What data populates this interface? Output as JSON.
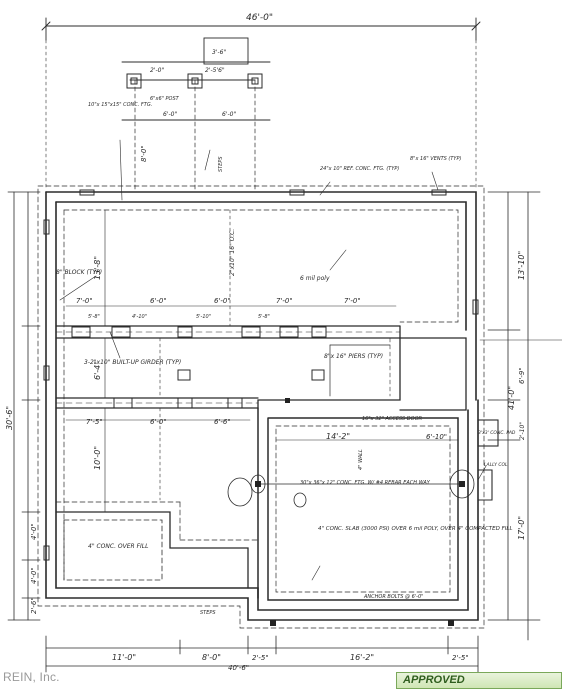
{
  "dimensions": {
    "overall_top": "46'-0\"",
    "stoop_w": "3'-6\"",
    "stoop_a": "2'-0\"",
    "stoop_b": "2'-5'6\"",
    "stoop_c": "6'-0\"",
    "stoop_d": "6'-0\"",
    "stoop_depth": "8'-0\"",
    "left_overall": "30'-6\"",
    "left_1": "13'-8\"",
    "left_2": "6'-4\"",
    "left_3": "10'-0\"",
    "left_4": "4'-0\"",
    "left_5": "4'-0\"",
    "left_6": "2'-6\"",
    "right_overall": "41'-0\"",
    "right_1": "13'-10\"",
    "right_2": "6'-9\"",
    "right_3": "2'-10\"",
    "right_4": "17'-0\"",
    "beam_1": "7'-0\"",
    "beam_2": "6'-0\"",
    "beam_3": "6'-0\"",
    "beam_4": "7'-0\"",
    "beam_5": "7'-0\"",
    "row2_1": "7'-5\"",
    "row2_2": "6'-0\"",
    "row2_3": "6'-6\"",
    "garage_w": "14'-2\"",
    "garage_r": "6'-10\"",
    "bot_1": "11'-0\"",
    "bot_2": "8'-0\"",
    "bot_3": "2'-5\"",
    "bot_4": "16'-2\"",
    "bot_5": "2'-5\"",
    "bot_total": "40'-6\"",
    "tick_a": "5'-8\"",
    "tick_b": "4'-10\"",
    "tick_c": "5'-10\"",
    "tick_d": "5'-8\""
  },
  "notes": {
    "cone_ftg": "10\"x 15\"x15\" CONC. FTG.",
    "post": "6\"x6\" POST",
    "footing_top": "24\"x 10\" REF. CONC. FTG. (TYP)",
    "vents": "8\"x 16\" VENTS (TYP)",
    "block": "8\" BLOCK (TYP)",
    "girder": "3-2\"x10\" BUILT-UP GIRDER (TYP)",
    "joist": "2\"x10\" 16\" O.C.",
    "poly": "6 mil poly",
    "pier": "8\"x 16\" PIERS (TYP)",
    "access": "16\"x 32\" ACCESS DOOR",
    "slab_note": "4\" CONC. SLAB (3000 PSI) OVER 6 mil POLY, OVER 4\" COMPACTED FILL",
    "conc_over_fill": "4\" CONC. OVER FILL",
    "steps": "STEPS",
    "conc_pad": "3'x3' CONC. PAD",
    "lally": "LALLY COL",
    "bearing": "30\"x 36\"x 12\" CONC. FTG. W/ #4 REBAR EACH WAY",
    "wall": "4\" WALL",
    "anchor": "ANCHOR BOLTS @ 6'-0\"",
    "steps_top": "STEPS"
  },
  "watermark": "REIN, Inc.",
  "stamp": "APPROVED"
}
